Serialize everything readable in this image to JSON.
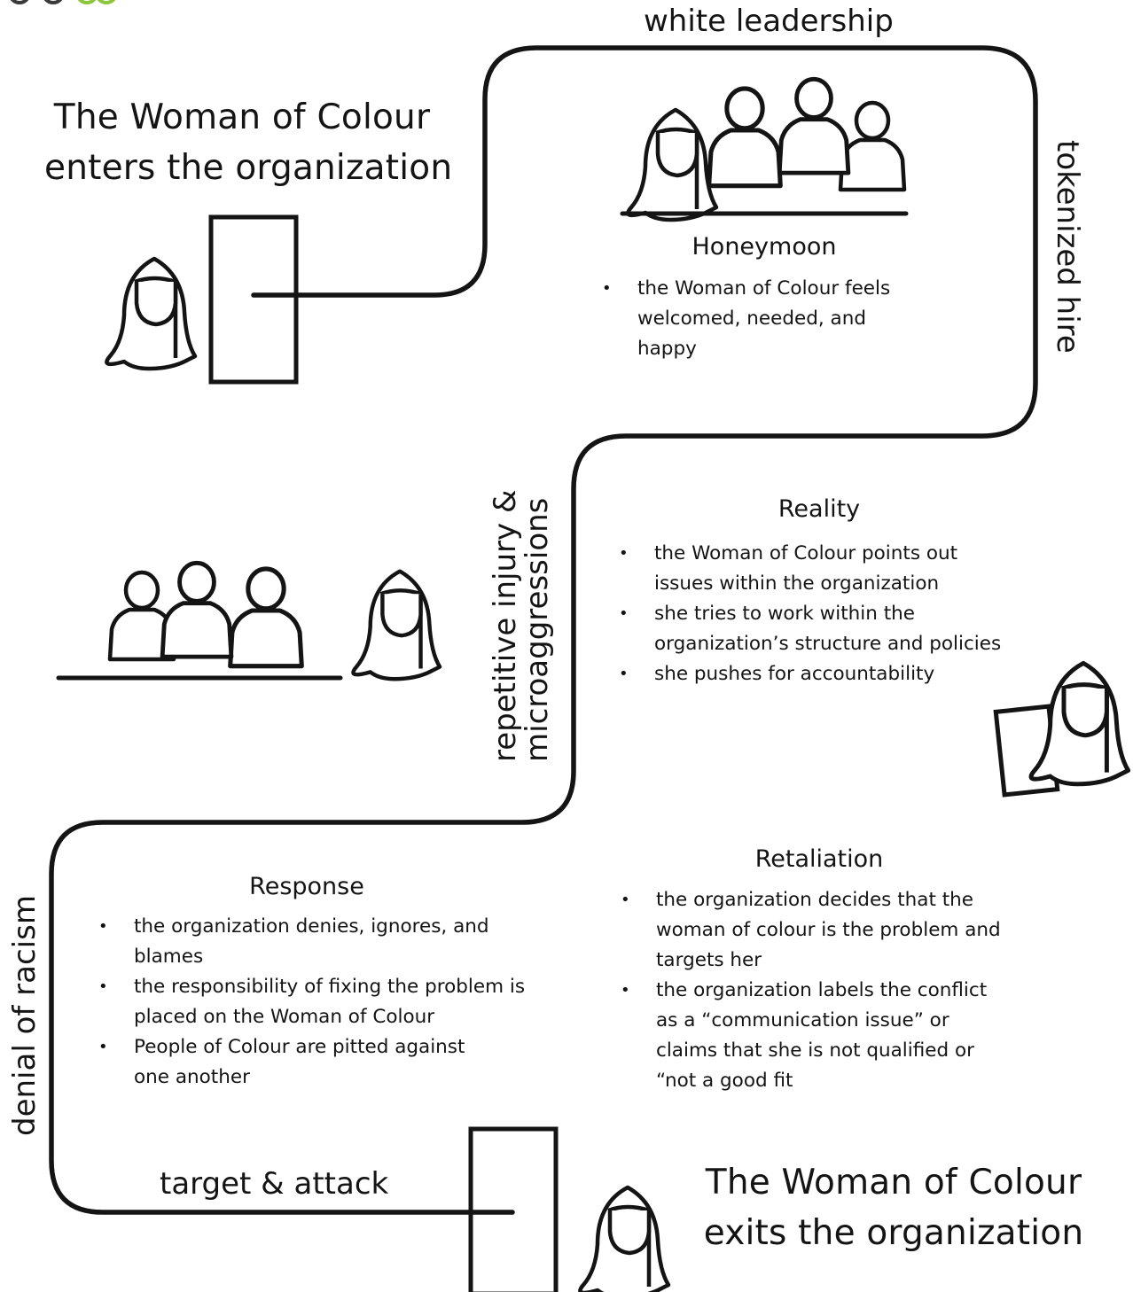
{
  "colors": {
    "line": "#141414",
    "background": "#ffffff",
    "logo_accent": "#8cc63f"
  },
  "entry": {
    "title_line1": "The Woman of Colour",
    "title_line2": "enters the organization",
    "figure_icon": "woman-hijab-icon",
    "door_icon": "door-icon"
  },
  "exit": {
    "title_line1": "The Woman of Colour",
    "title_line2": "exits the organization",
    "figure_icon": "woman-hijab-icon",
    "door_icon": "door-icon"
  },
  "path_labels": {
    "top": "white leadership",
    "right": "tokenized hire",
    "middle_line1": "repetitive injury &",
    "middle_line2": "microaggressions",
    "left": "denial of racism",
    "bottom": "target & attack"
  },
  "stages": {
    "honeymoon": {
      "title": "Honeymoon",
      "bullets": [
        "the Woman of Colour feels welcomed, needed, and happy"
      ]
    },
    "reality": {
      "title": "Reality",
      "bullets": [
        "the Woman of Colour points out issues within the organization",
        "she tries to work within the organization’s structure and policies",
        "she pushes for accountability"
      ]
    },
    "response": {
      "title": "Response",
      "bullets": [
        "the organization denies, ignores, and blames",
        "the responsibility of fixing the problem is placed on the Woman of Colour",
        "People of Colour are pitted against one another"
      ]
    },
    "retaliation": {
      "title": "Retaliation",
      "bullets": [
        "the organization decides that the woman of colour is the problem and targets her",
        "the organization labels the conflict as a “communication issue” or claims that she is not qualified or “not a good fit"
      ]
    }
  }
}
